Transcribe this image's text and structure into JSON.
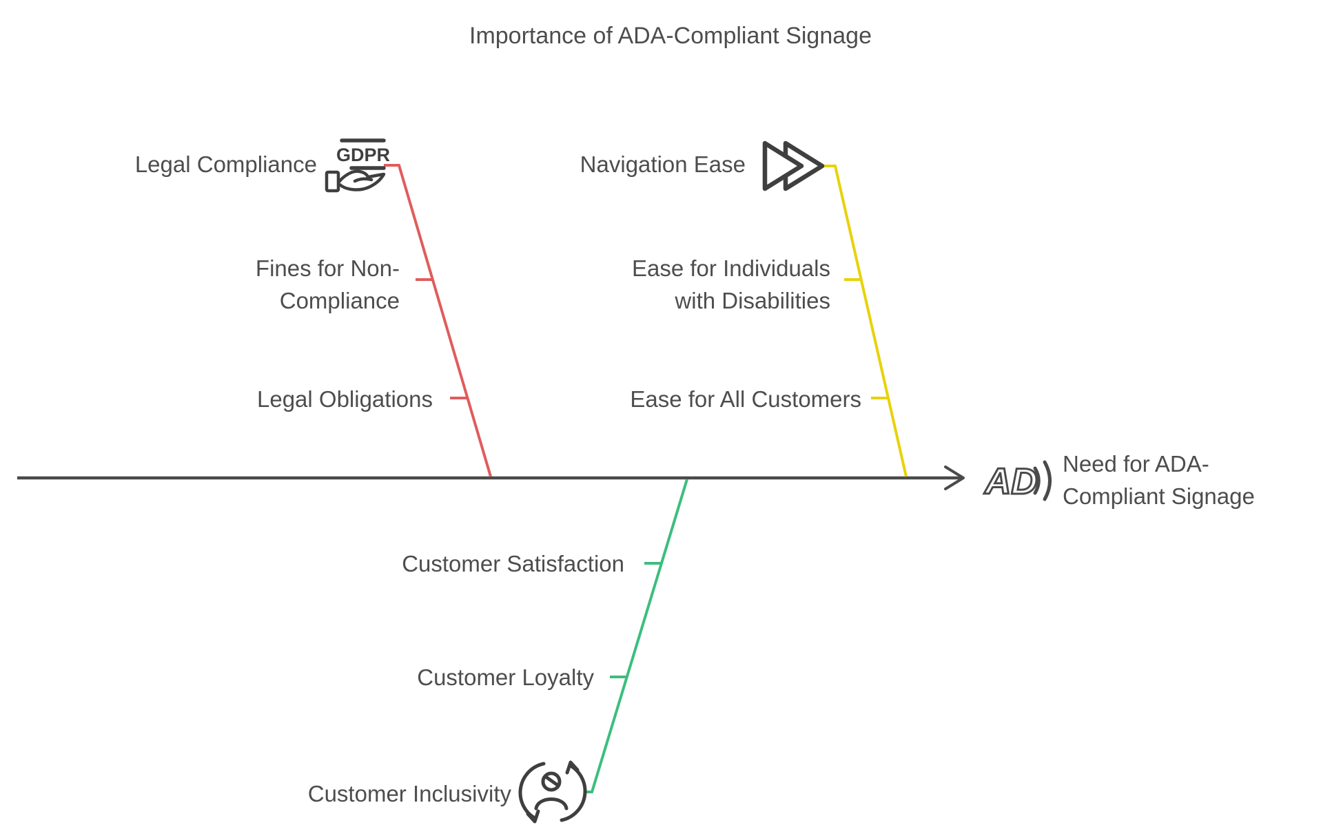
{
  "title": "Importance of ADA-Compliant Signage",
  "head": {
    "label": "Need for ADA-\nCompliant Signage",
    "icon": "audio-description-icon",
    "icon_text": "AD"
  },
  "branches": [
    {
      "label": "Legal Compliance",
      "icon": "gdpr-hand-icon",
      "icon_text": "GDPR",
      "color": "#E05C5C",
      "position": "top-left",
      "causes": [
        {
          "label": "Fines for Non-\nCompliance"
        },
        {
          "label": "Legal Obligations"
        }
      ]
    },
    {
      "label": "Navigation Ease",
      "icon": "fast-forward-icon",
      "color": "#E8D20A",
      "position": "top-right",
      "causes": [
        {
          "label": "Ease for Individuals\nwith Disabilities"
        },
        {
          "label": "Ease for All Customers"
        }
      ]
    },
    {
      "label": "Customer Inclusivity",
      "icon": "person-sync-icon",
      "color": "#3CBE7E",
      "position": "bottom",
      "causes": [
        {
          "label": "Customer Satisfaction"
        },
        {
          "label": "Customer Loyalty"
        }
      ]
    }
  ],
  "colors": {
    "spine": "#4A4A4A",
    "text": "#4D4D4D",
    "red": "#E05C5C",
    "yellow": "#E8D20A",
    "green": "#3CBE7E"
  }
}
